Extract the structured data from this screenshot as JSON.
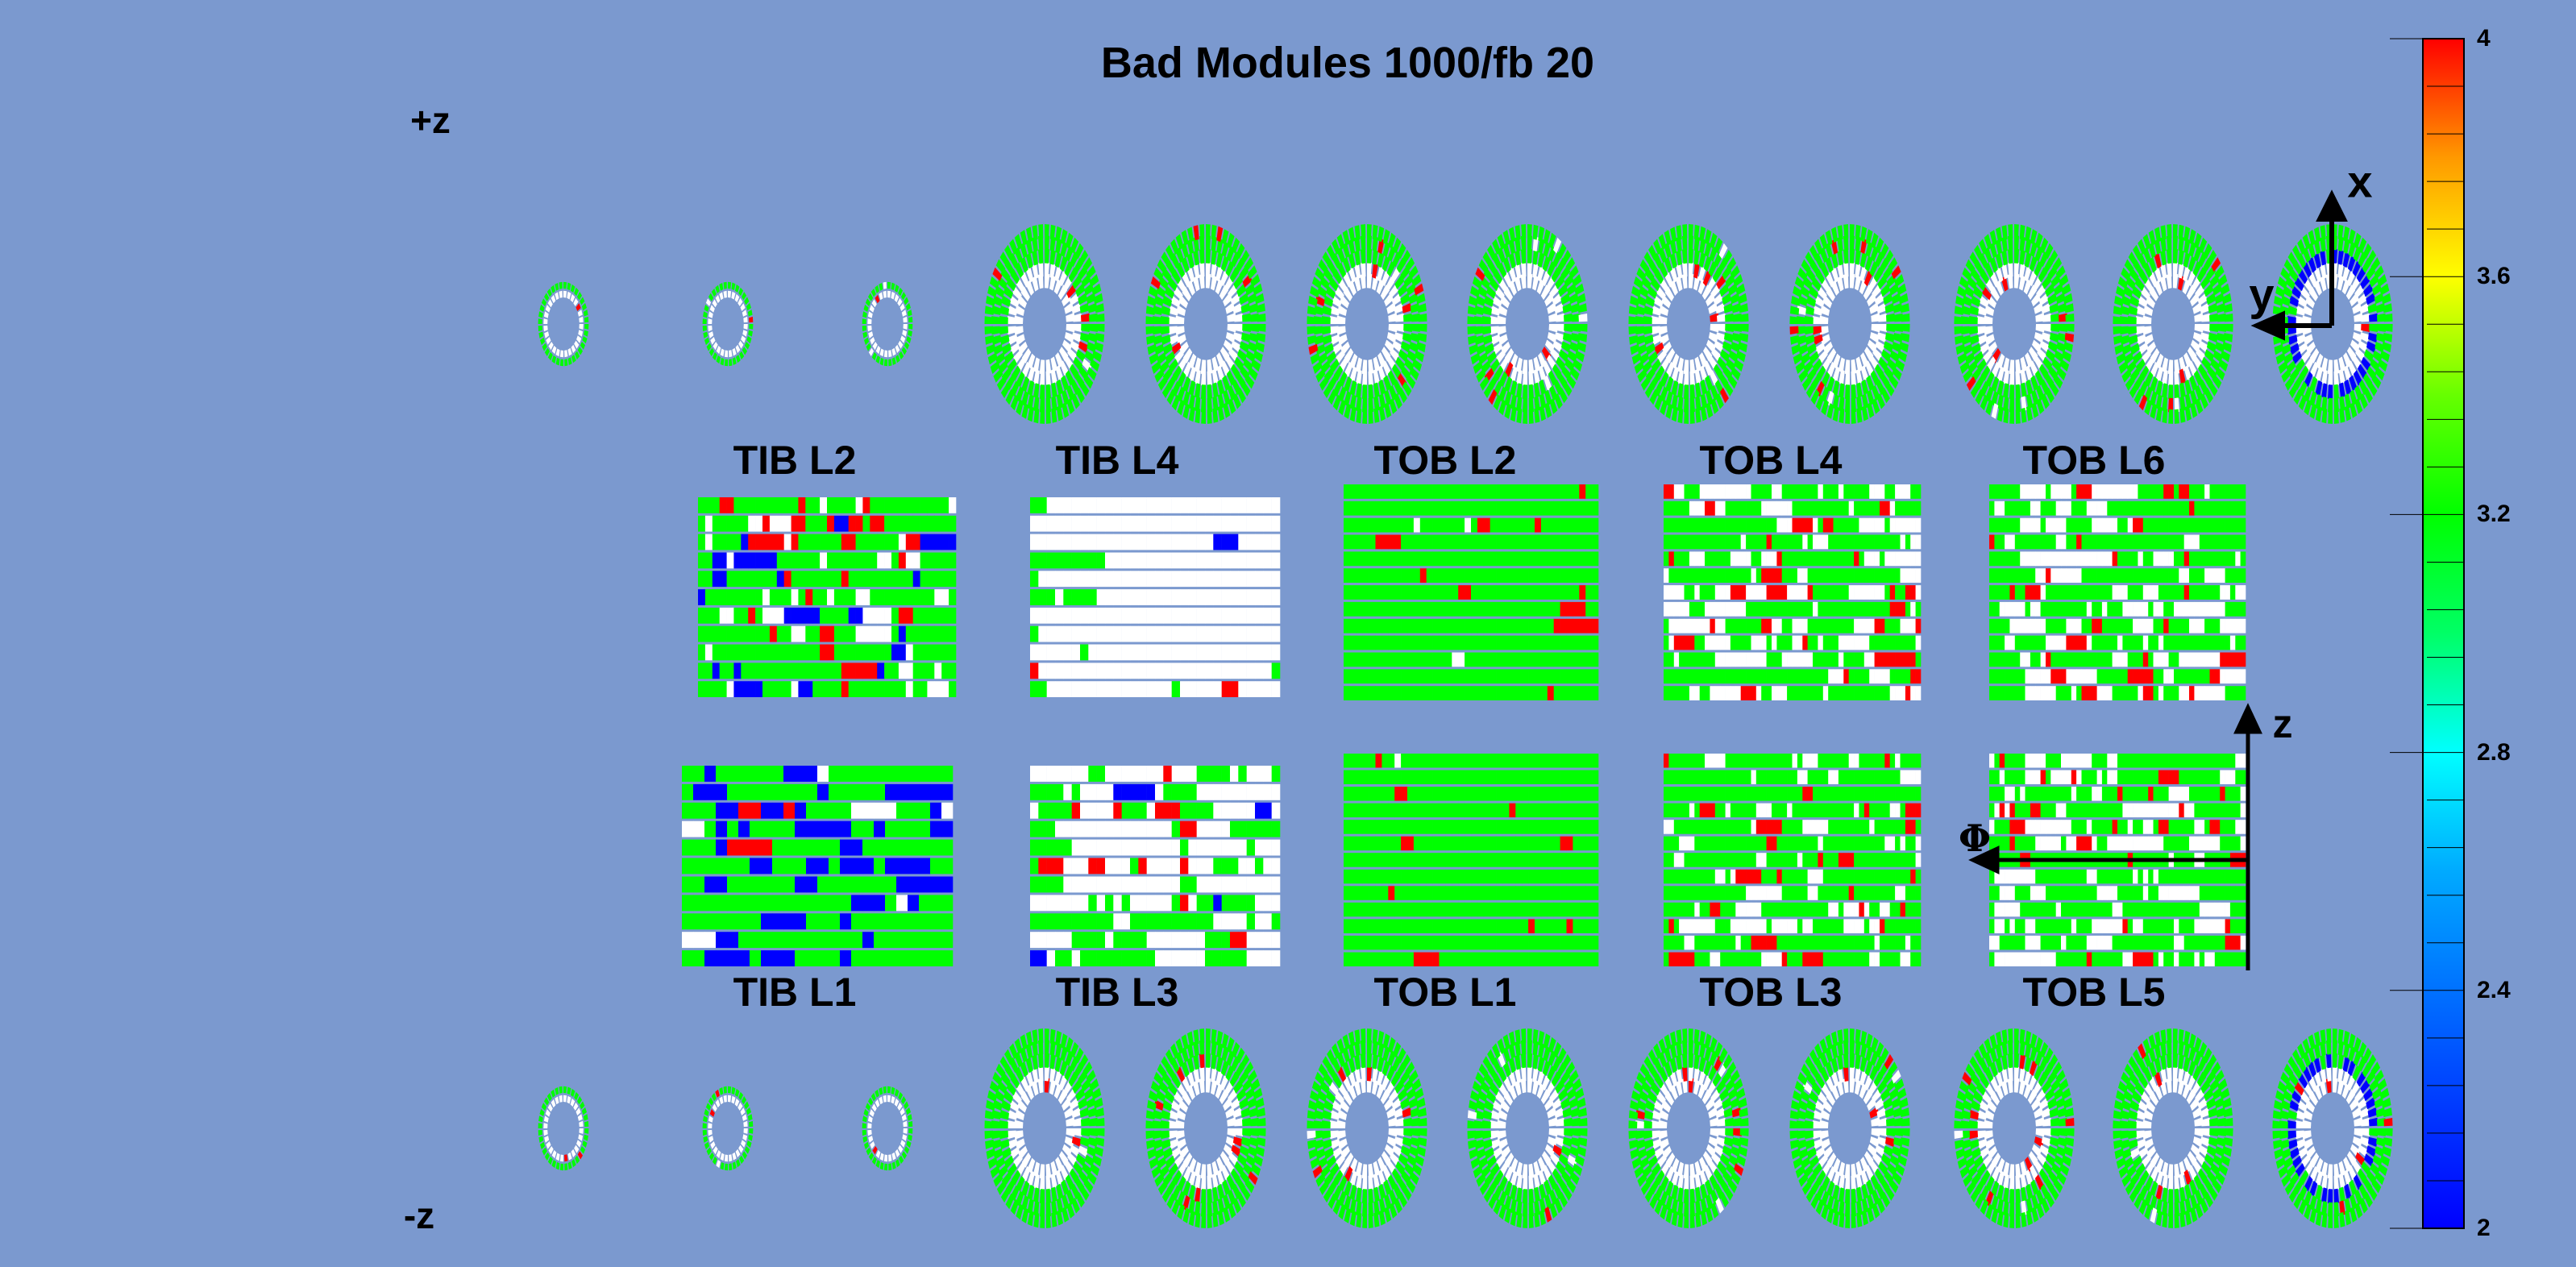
{
  "title": "Bad Modules 1000/fb 20",
  "z_labels": {
    "plus": "+z",
    "minus": "-z"
  },
  "barrel_top": [
    "TIB L2",
    "TIB L4",
    "TOB L2",
    "TOB L4",
    "TOB L6"
  ],
  "barrel_bottom": [
    "TIB L1",
    "TIB L3",
    "TOB L1",
    "TOB L3",
    "TOB L5"
  ],
  "axes": {
    "x": "x",
    "y": "y",
    "z": "z",
    "phi": "Φ"
  },
  "colorbar": {
    "min": 2,
    "max": 4,
    "ticks": [
      "4",
      "3.6",
      "3.2",
      "2.8",
      "2.4",
      "2"
    ]
  },
  "colors": {
    "background": "#7b99cf",
    "good": "#00ff00",
    "bad": "#ff0000",
    "low": "#0000ff",
    "empty": "#ffffff"
  }
}
